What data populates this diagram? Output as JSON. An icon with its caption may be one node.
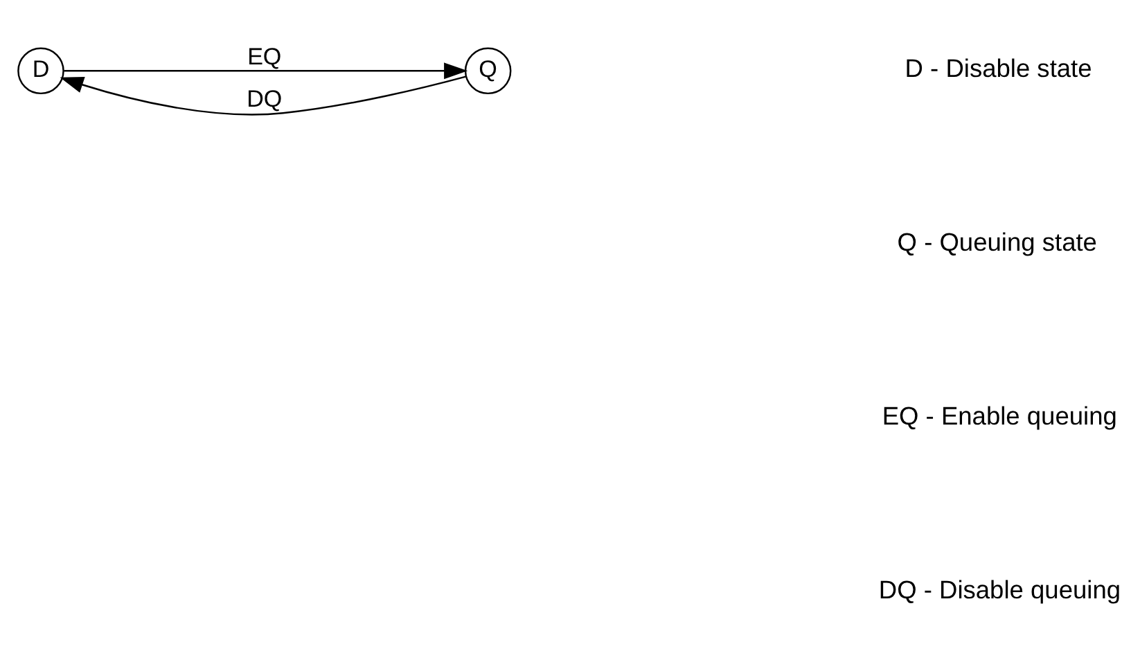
{
  "diagram": {
    "nodes": [
      {
        "text": [
          "D"
        ]
      },
      {
        "text": [
          "Q"
        ]
      }
    ],
    "edges": [
      {
        "from": 0,
        "to": 1,
        "arrow": "to",
        "label": "EQ"
      },
      {
        "from": 1,
        "to": 0,
        "arrow": "to",
        "label": "DQ"
      }
    ],
    "labels": [
      "D - Disable state",
      "Q - Queuing state",
      "EQ - Enable queuing",
      "DQ - Disable queuing"
    ]
  }
}
